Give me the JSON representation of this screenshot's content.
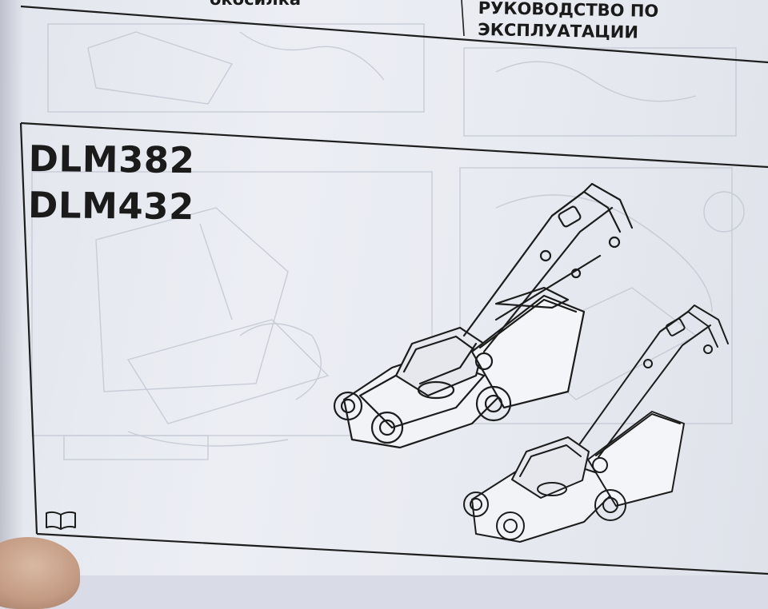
{
  "header": {
    "left_text": "окосилка",
    "right_lines": [
      "РУКОВОДСТВО ПО",
      "ЭКСПЛУАТАЦИИ"
    ]
  },
  "models": [
    "DLM382",
    "DLM432"
  ],
  "icons": {
    "manual": "open-book-icon"
  },
  "colors": {
    "paper": "#eceef4",
    "ink": "#1b1b1b",
    "faint_ink": "#b9bdc9"
  }
}
